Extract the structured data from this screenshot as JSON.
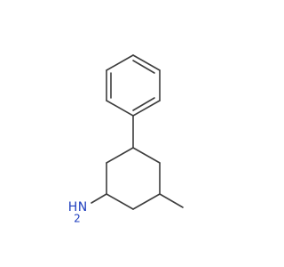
{
  "molecule": {
    "atom_labels": {
      "amine_main": "N",
      "amine_h": "H",
      "amine_h_count": "2"
    },
    "colors": {
      "bond": "#3d3d3d",
      "nitrogen": "#1f3fbf",
      "background": "#ffffff"
    }
  }
}
